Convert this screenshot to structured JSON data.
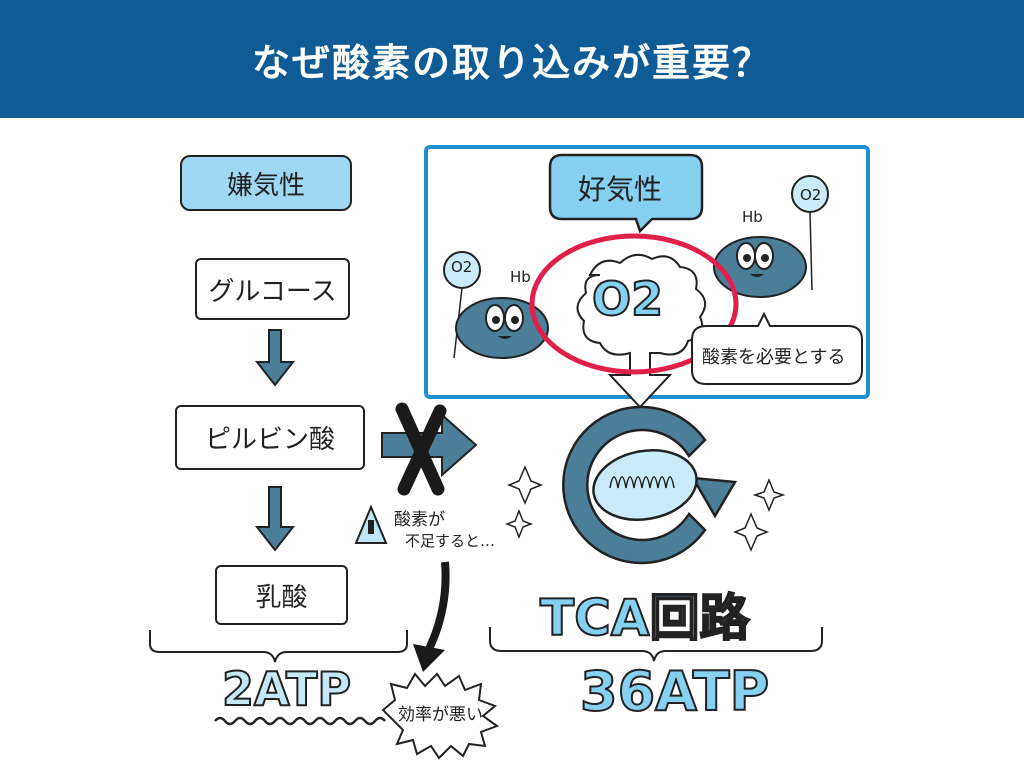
{
  "header": {
    "title": "なぜ酸素の取り込みが重要？"
  },
  "anaerobic": {
    "label": "嫌気性",
    "steps": [
      "グルコース",
      "ピルビン酸",
      "乳酸"
    ],
    "result": "2ATP",
    "warning": [
      "酸素が",
      "不足すると…"
    ],
    "efficiency": "効率が悪い"
  },
  "aerobic": {
    "label": "好気性",
    "oxygen": "O2",
    "hb_label": "Hb",
    "balloon": "O2",
    "needs_oxygen": "酸素を必要とする",
    "cycle": "TCA回路",
    "result": "36ATP"
  },
  "colors": {
    "header": "#0f5b95",
    "accent_light": "#86d0f2",
    "teal": "#4a7e99",
    "highlight": "#e0204a",
    "frame": "#1f8fd0"
  }
}
